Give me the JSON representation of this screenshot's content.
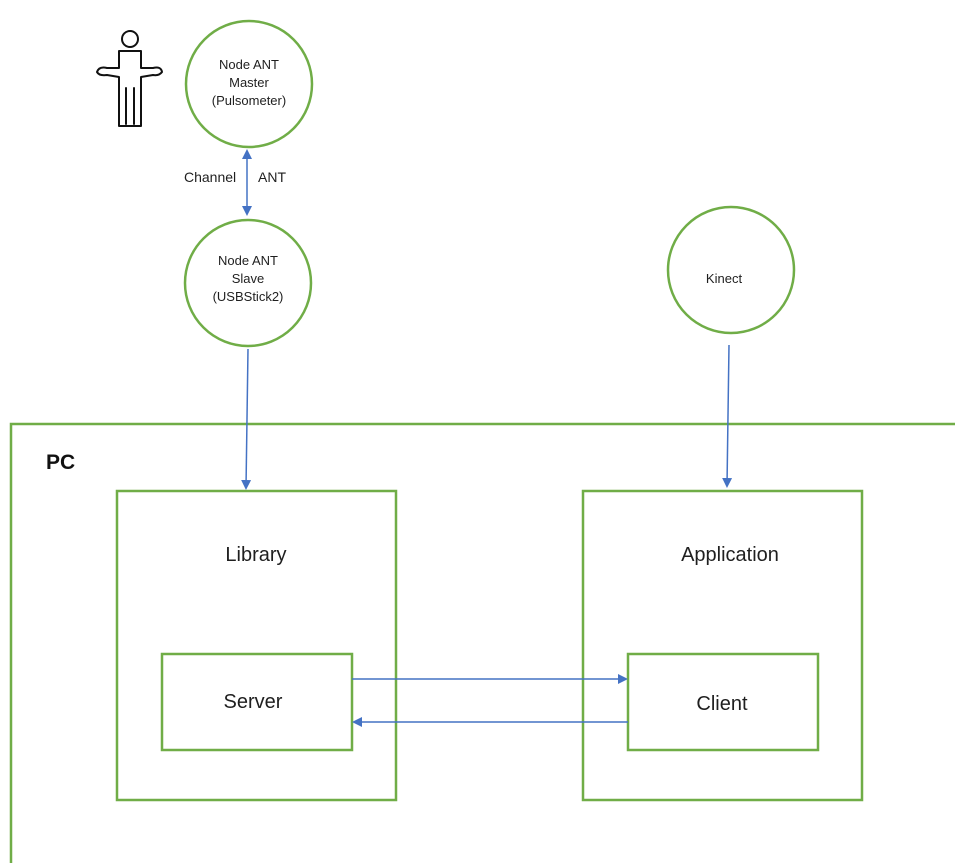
{
  "colors": {
    "node_stroke": "#70ad47",
    "arrow": "#4472c4",
    "person_stroke": "#111111"
  },
  "icons": {
    "person": "person-shrug-icon"
  },
  "nodes": {
    "master": {
      "lines": [
        "Node ANT",
        "Master",
        "(Pulsometer)"
      ]
    },
    "slave": {
      "lines": [
        "Node ANT",
        "Slave",
        "(USBStick2)"
      ]
    },
    "kinect": {
      "label": "Kinect"
    }
  },
  "edges": {
    "channel_label": "Channel",
    "ant_label": "ANT"
  },
  "pc": {
    "label": "PC",
    "library": {
      "label": "Library",
      "server": {
        "label": "Server"
      }
    },
    "application": {
      "label": "Application",
      "client": {
        "label": "Client"
      }
    }
  }
}
